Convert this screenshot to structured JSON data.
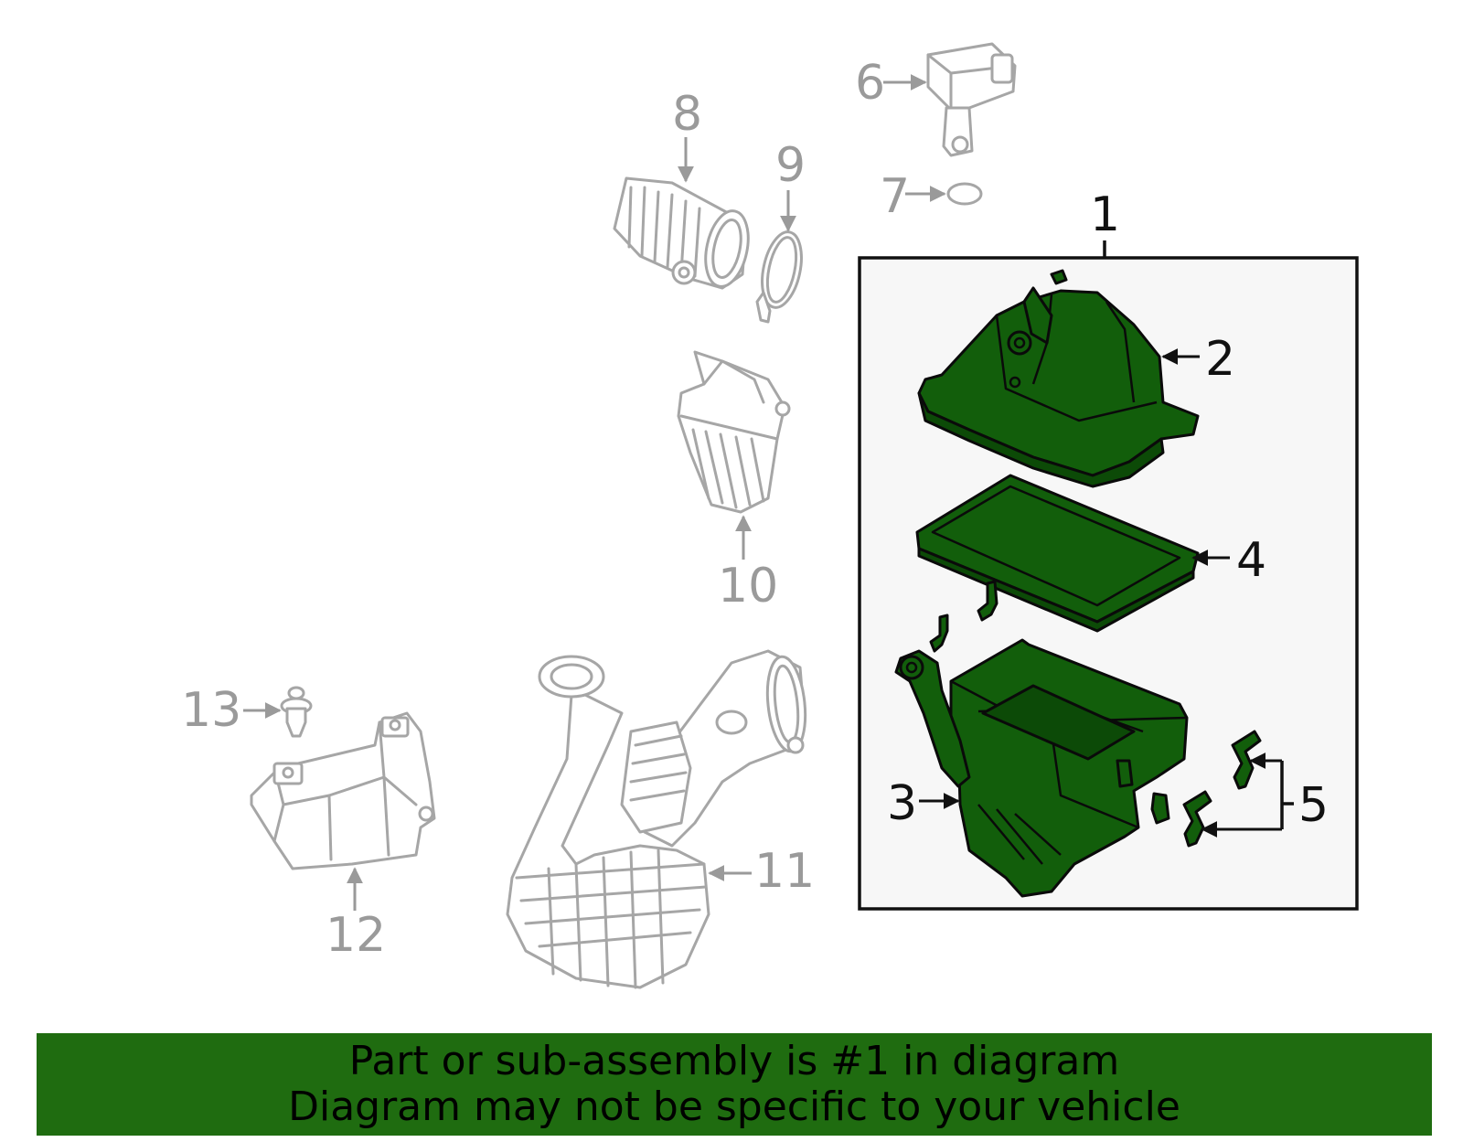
{
  "callouts": {
    "c1": "1",
    "c2": "2",
    "c3": "3",
    "c4": "4",
    "c5": "5",
    "c6": "6",
    "c7": "7",
    "c8": "8",
    "c9": "9",
    "c10": "10",
    "c11": "11",
    "c12": "12",
    "c13": "13"
  },
  "banner": {
    "line1": "Part or sub-assembly is #1 in diagram",
    "line2": "Diagram may not be specific to your vehicle"
  },
  "colors": {
    "highlight_part": "#125e0b",
    "banner_bg": "#1f6c10",
    "secondary_parts": "#a6a6a6",
    "assembly_box_bg": "#f7f7f7"
  }
}
